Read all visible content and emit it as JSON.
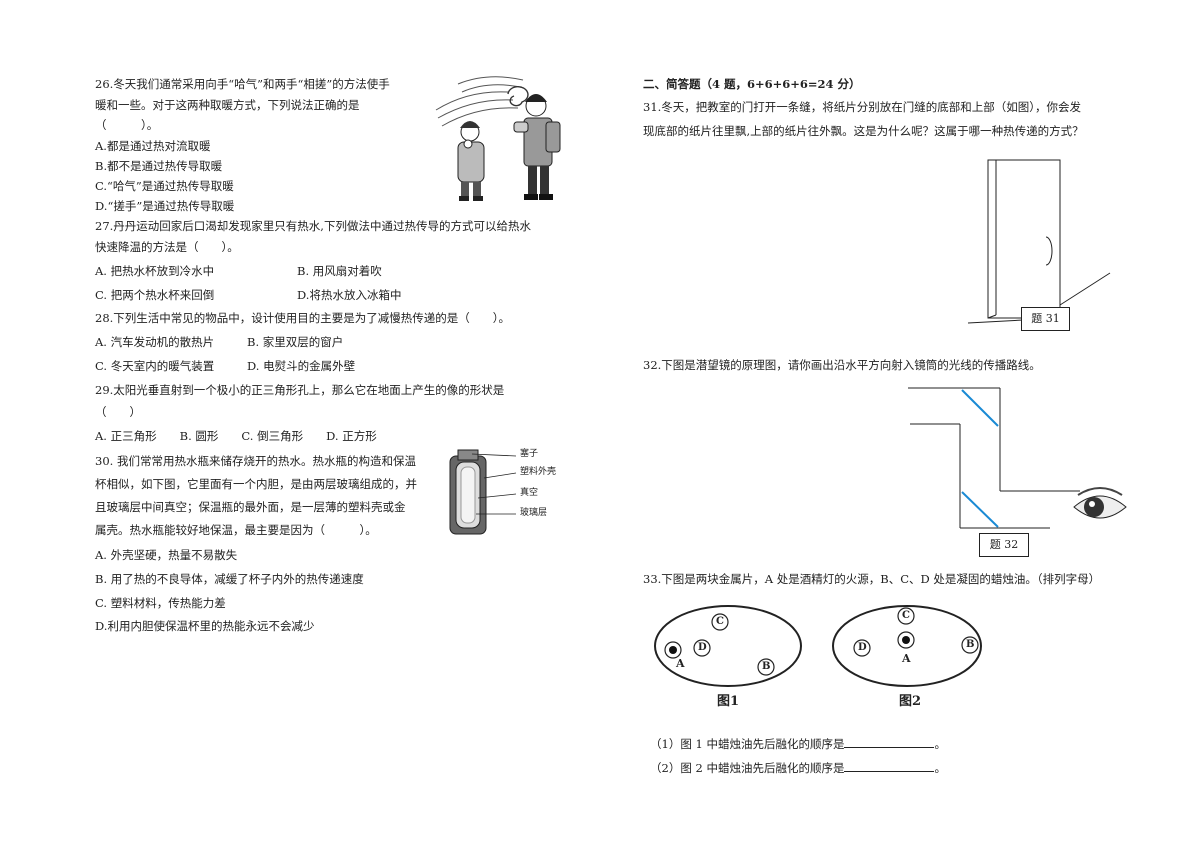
{
  "left": {
    "q26": {
      "line1": "26.冬天我们通常采用向手“哈气”和两手“相搓”的方法使手",
      "line2": "暖和一些。对于这两种取暖方式，下列说法正确的是",
      "line3": "（　　　）。",
      "opts": [
        "A.都是通过热对流取暖",
        "B.都不是通过热传导取暖",
        "C.“哈气”是通过热传导取暖",
        "D.“搓手”是通过热传导取暖"
      ]
    },
    "q27": {
      "line1": "27.丹丹运动回家后口渴却发现家里只有热水,下列做法中通过热传导的方式可以给热水",
      "line2": "快速降温的方法是（　　）。",
      "opts": [
        "A. 把热水杯放到冷水中",
        "B. 用风扇对着吹",
        "C. 把两个热水杯来回倒",
        "D.将热水放入冰箱中"
      ]
    },
    "q28": {
      "line1": "28.下列生活中常见的物品中，设计使用目的主要是为了减慢热传递的是（　　）。",
      "opts": [
        "A. 汽车发动机的散热片",
        "B. 家里双层的窗户",
        "C. 冬天室内的暖气装置",
        "D. 电熨斗的金属外壁"
      ]
    },
    "q29": {
      "line1": "29.太阳光垂直射到一个极小的正三角形孔上，那么它在地面上产生的像的形状是",
      "line2": "（　　）",
      "opts": "A. 正三角形　　B. 圆形　　C. 倒三角形　　D. 正方形"
    },
    "q30": {
      "line1": "30. 我们常常用热水瓶来储存烧开的热水。热水瓶的构造和保温",
      "line2": "杯相似，如下图，它里面有一个内胆，是由两层玻璃组成的，并",
      "line3": "且玻璃层中间真空；保温瓶的最外面，是一层薄的塑料壳或金",
      "line4": "属壳。热水瓶能较好地保温，最主要是因为（　　　）。",
      "opts": [
        "A. 外壳坚硬，热量不易散失",
        "B. 用了热的不良导体，减缓了杯子内外的热传递速度",
        "C. 塑料材料，传热能力差",
        "D.利用内胆使保温杯里的热能永远不会减少"
      ],
      "labels": [
        "塞子",
        "塑料外壳",
        "真空",
        "玻璃层"
      ]
    }
  },
  "right": {
    "section": "二、简答题（4 题，6+6+6+6=24 分）",
    "q31": {
      "line1": "31.冬天，把教室的门打开一条缝，将纸片分别放在门缝的底部和上部（如图），你会发",
      "line2": "现底部的纸片往里飘,上部的纸片往外飘。这是为什么呢？这属于哪一种热传递的方式？",
      "caption": "题 31"
    },
    "q32": {
      "line1": "32.下图是潜望镜的原理图，请你画出沿水平方向射入镜筒的光线的传播路线。",
      "caption": "题 32"
    },
    "q33": {
      "line1": "33.下图是两块金属片，A 处是酒精灯的火源，B、C、D 处是凝固的蜡烛油。（排列字母）",
      "fig1": "图1",
      "fig2": "图2",
      "pts": {
        "a": "A",
        "b": "B",
        "c": "C",
        "d": "D"
      },
      "sub1": "（1）图 1 中蜡烛油先后融化的顺序是",
      "sub2": "（2）图 2 中蜡烛油先后融化的顺序是",
      "end": "。"
    }
  }
}
